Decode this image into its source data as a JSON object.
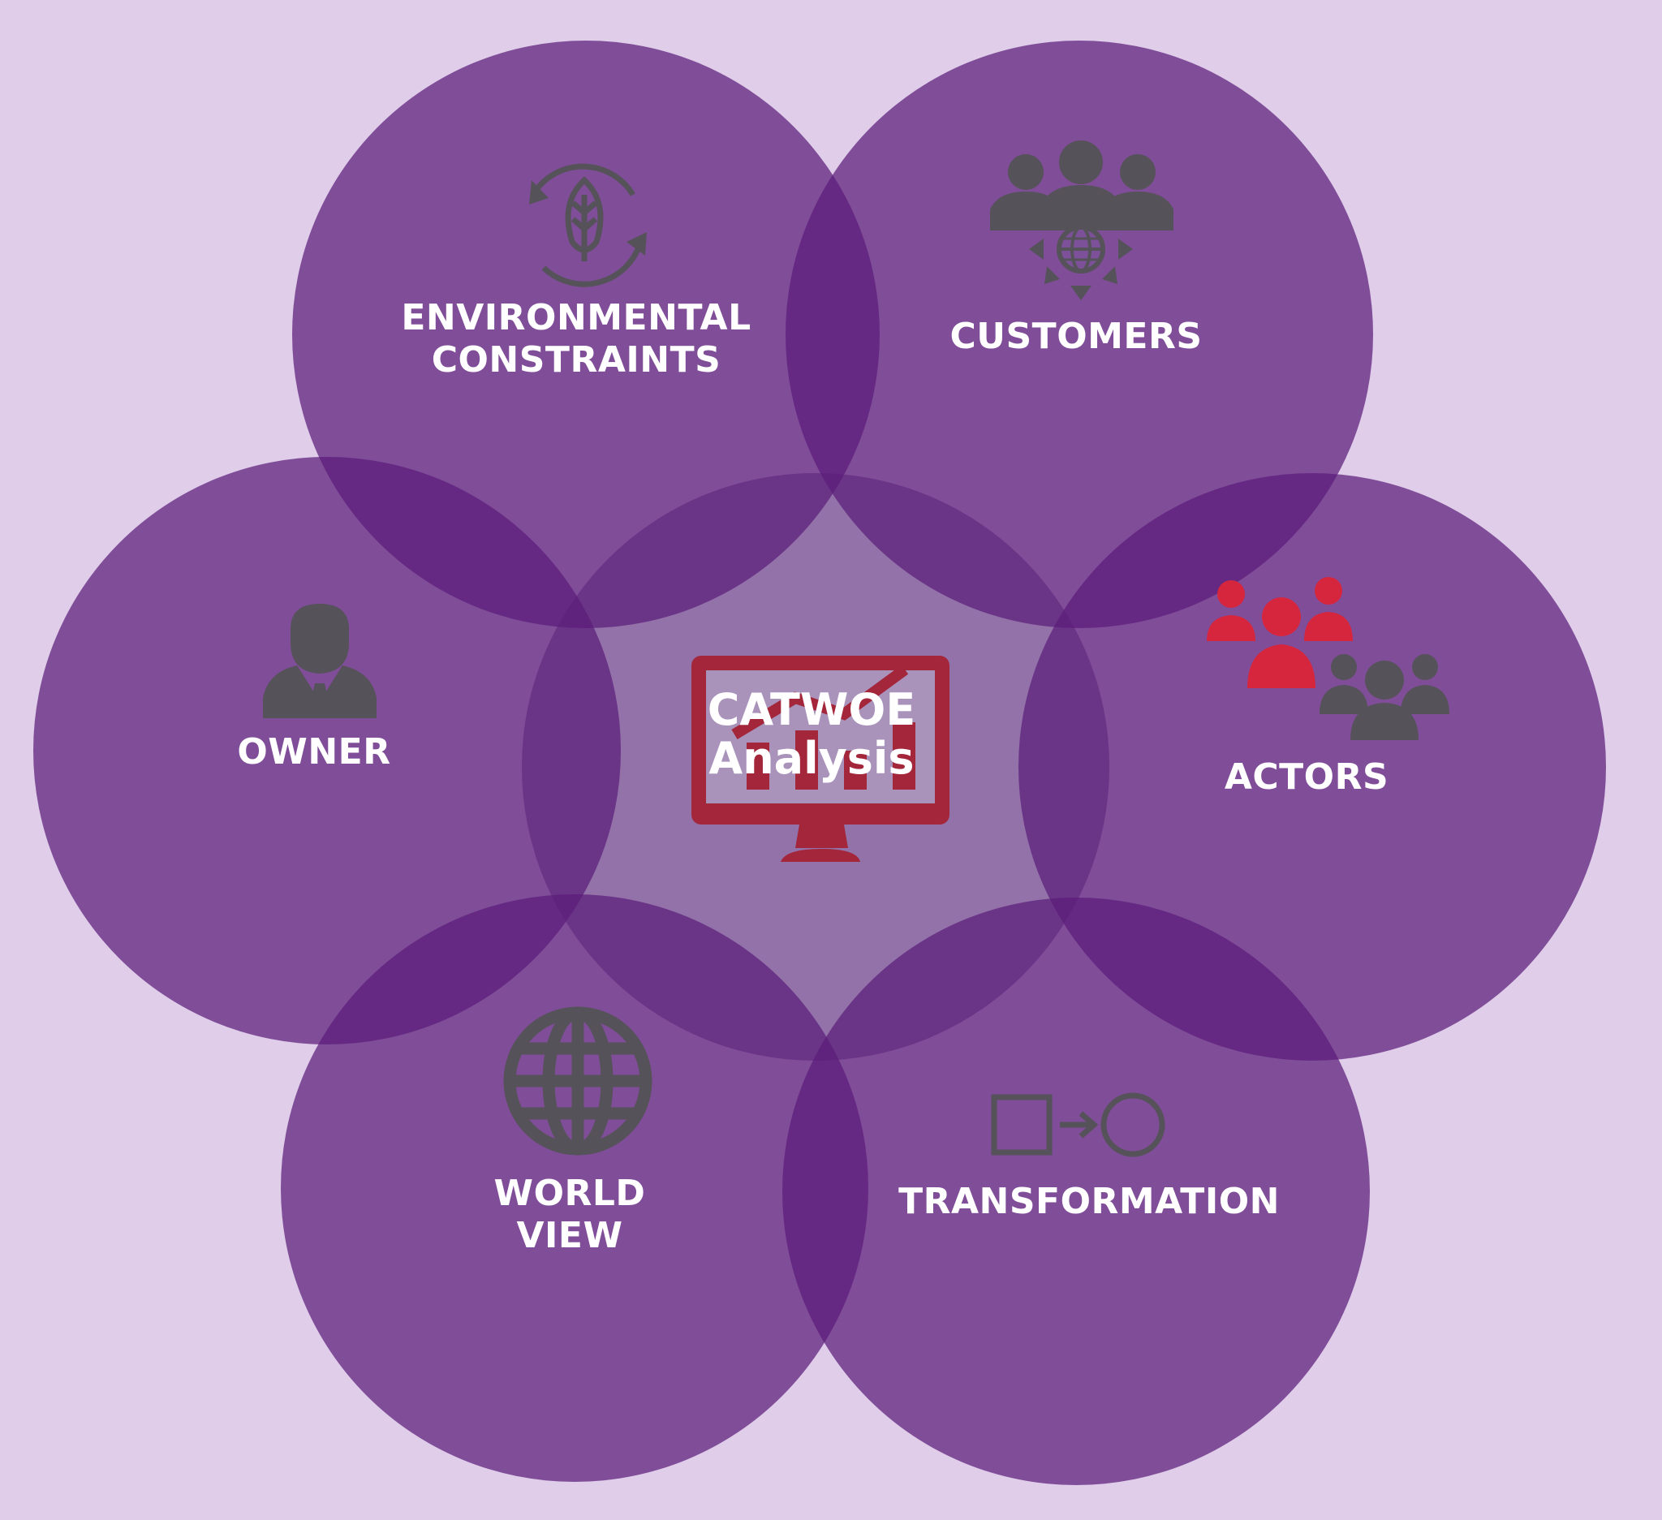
{
  "diagram": {
    "center": {
      "title_line1": "CATWOE",
      "title_line2": "Analysis",
      "icon": "monitor-chart-icon"
    },
    "segments": [
      {
        "id": "environmental",
        "line1": "ENVIRONMENTAL",
        "line2": "CONSTRAINTS",
        "icon": "leaf-cycle-icon"
      },
      {
        "id": "customers",
        "line1": "CUSTOMERS",
        "icon": "customers-globe-icon"
      },
      {
        "id": "owner",
        "line1": "OWNER",
        "icon": "businessman-icon"
      },
      {
        "id": "actors",
        "line1": "ACTORS",
        "icon": "team-people-icon"
      },
      {
        "id": "world-view",
        "line1": "WORLD",
        "line2": "VIEW",
        "icon": "globe-icon"
      },
      {
        "id": "transformation",
        "line1": "TRANSFORMATION",
        "icon": "square-to-circle-icon"
      }
    ]
  },
  "colors": {
    "background": "#dfcde9",
    "circle": "#5b1c7a",
    "center_circle": "#a993bb",
    "icon_gray": "#555259",
    "accent_red": "#a3263a",
    "actors_red": "#d6263e",
    "label_text": "#ffffff"
  }
}
